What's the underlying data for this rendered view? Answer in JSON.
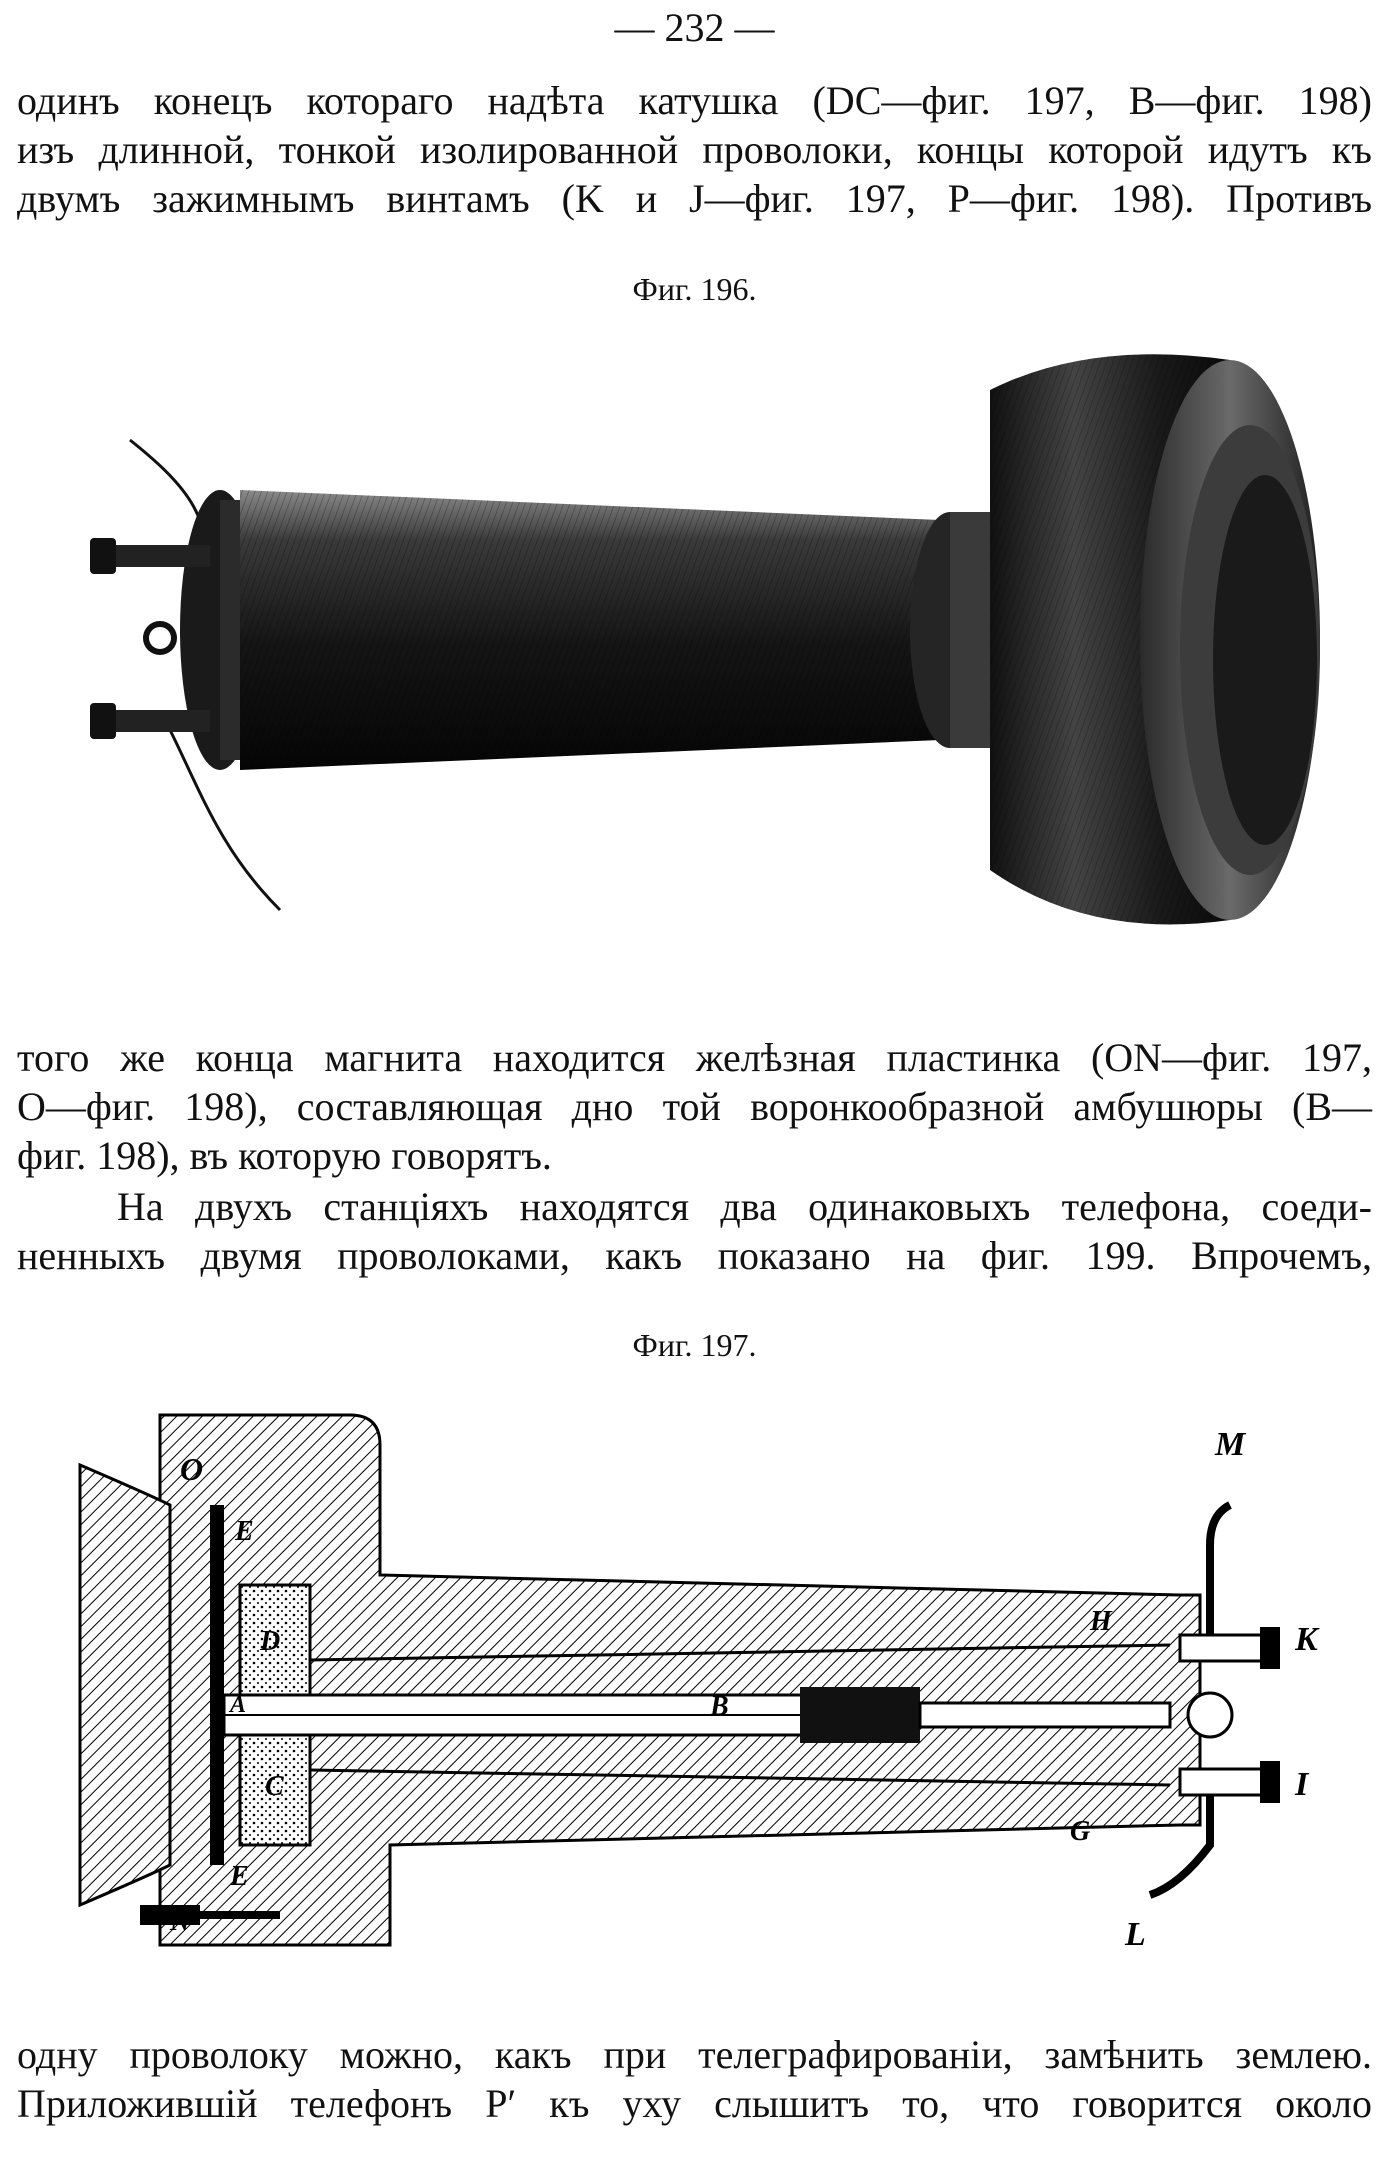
{
  "page_number": "— 232 —",
  "paragraph_1": [
    "одинъ конецъ котораго надѣта катушка (DC—фиг. 197, B—фиг. 198)",
    "изъ длинной, тонкой изолированной проволоки, концы которой идутъ къ",
    "двумъ зажимнымъ винтамъ (K и J—фиг. 197, P—фиг. 198). Противъ"
  ],
  "figure_196": {
    "caption": "Фиг. 196."
  },
  "paragraph_2": [
    "того же конца магнита находится желѣзная пластинка (ON—фиг. 197,",
    "O—фиг. 198), составляющая дно той воронкообразной амбушюры (B—",
    "фиг. 198), въ которую говорятъ."
  ],
  "paragraph_3": [
    "На двухъ станціяхъ находятся два одинаковыхъ телефона, соеди-",
    "ненныхъ двумя проволоками, какъ показано на фиг. 199. Впрочемъ,"
  ],
  "figure_197": {
    "caption": "Фиг. 197.",
    "labels": {
      "O": "O",
      "E_top": "E",
      "D": "D",
      "A": "A",
      "B": "B",
      "C": "C",
      "E_bottom": "E",
      "N": "N",
      "H": "H",
      "G": "G",
      "M": "M",
      "K": "K",
      "I": "I",
      "L": "L"
    }
  },
  "paragraph_4": [
    "одну проволоку можно, какъ при телеграфированіи, замѣнить землею.",
    "Приложившій телефонъ P′ къ уху слышитъ то, что говорится около"
  ]
}
